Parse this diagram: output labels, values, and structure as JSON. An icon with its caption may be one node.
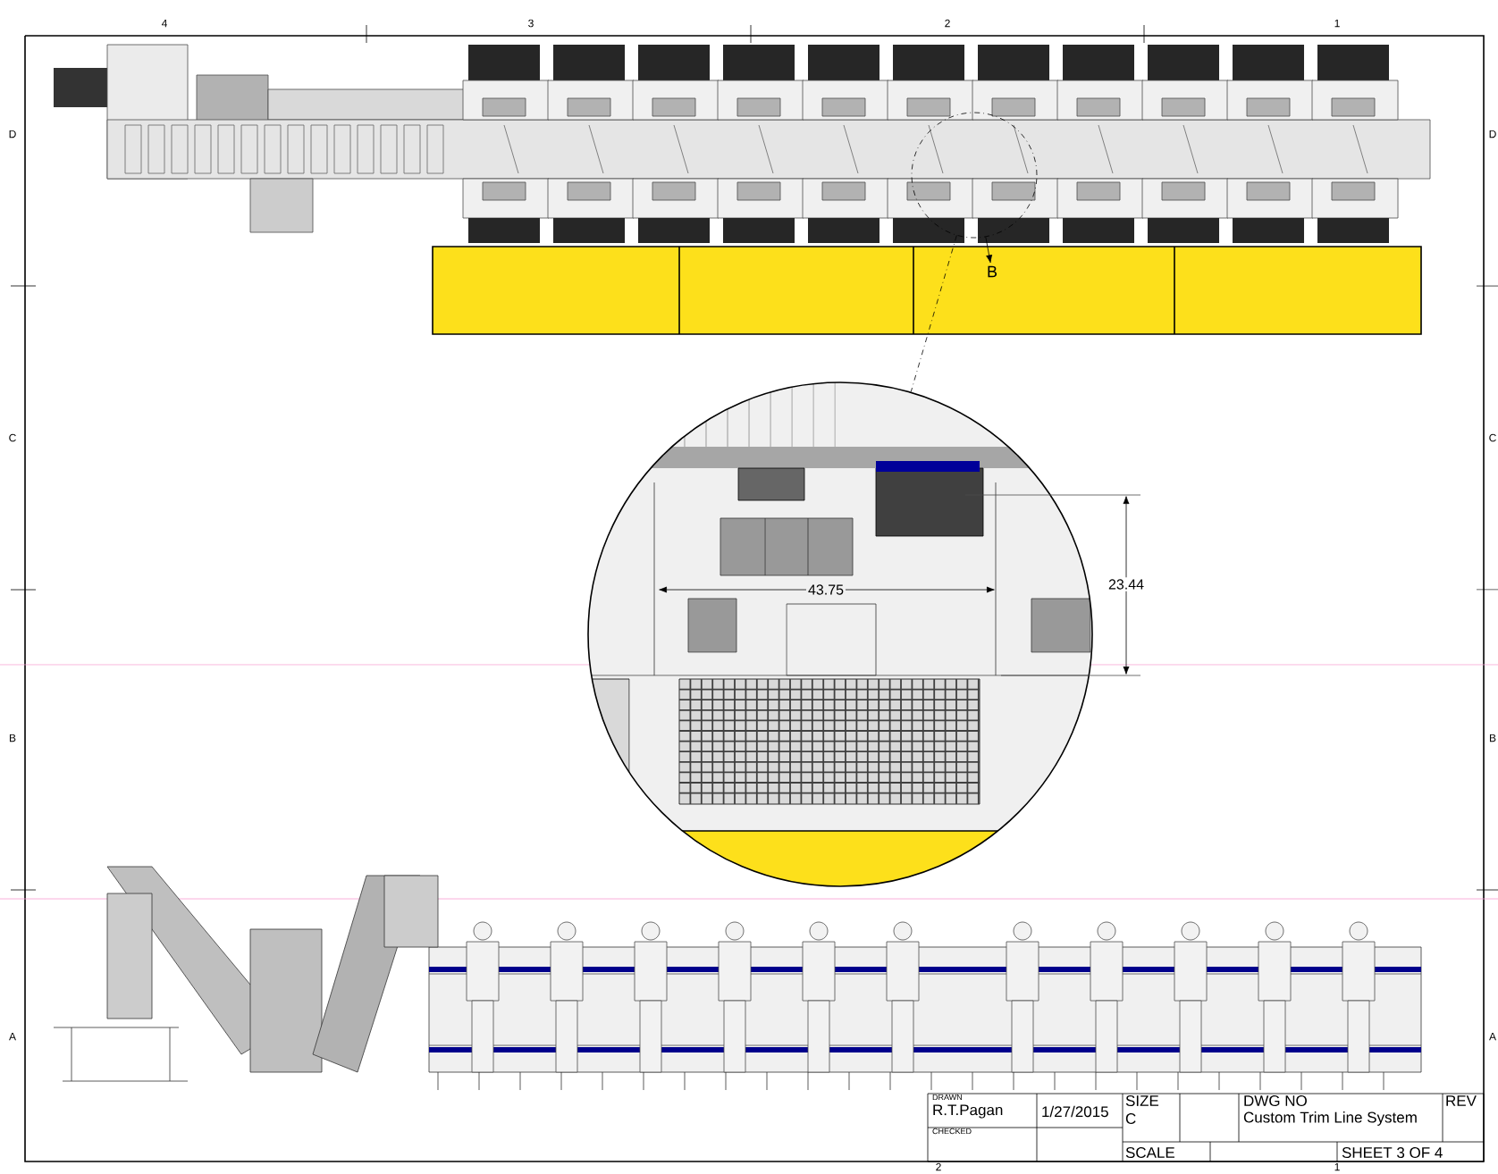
{
  "diagram": {
    "nodes": [
      {
        "text": [
          "B"
        ]
      },
      {
        "text": [],
        "shape": "circle"
      },
      {
        "text": [],
        "shape": "circle"
      }
    ],
    "edges": [
      {
        "from": 1,
        "to": 0,
        "arrow": "to"
      },
      {
        "from": 1,
        "to": 2,
        "arrow": "none",
        "style": "dashed"
      }
    ],
    "labels": [
      "4",
      "3",
      "2",
      "1",
      "D",
      "D",
      "C",
      "C",
      "B",
      "B",
      "A",
      "A",
      "43.75",
      "23.44",
      "DRAWN",
      "R.T.Pagan",
      "1/27/2015",
      "SIZE",
      "C",
      "DWG NO",
      "Custom Trim Line System",
      "REV",
      "CHECKED",
      "SCALE",
      "SHEET 3  OF 4",
      "2",
      "1"
    ]
  }
}
